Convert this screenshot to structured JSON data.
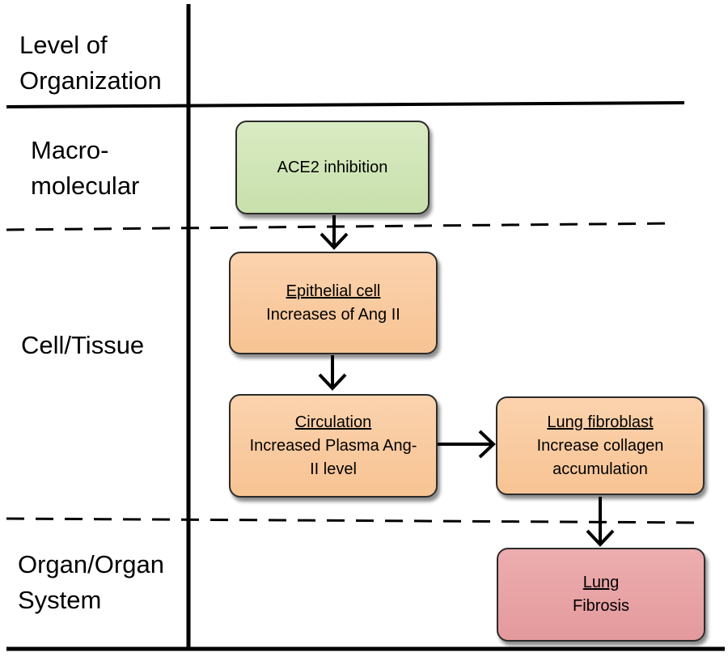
{
  "header": {
    "level_line1": "Level of",
    "level_line2": "Organization"
  },
  "levels": {
    "macro_line1": "Macro-",
    "macro_line2": "molecular",
    "cell": "Cell/Tissue",
    "organ_line1": "Organ/Organ",
    "organ_line2": "System"
  },
  "nodes": {
    "ace2": {
      "body": "ACE2 inhibition"
    },
    "epithelial": {
      "head": "Epithelial cell",
      "body": "Increases of Ang II"
    },
    "circulation": {
      "head": "Circulation",
      "body1": "Increased Plasma Ang-",
      "body2": "II level"
    },
    "fibroblast": {
      "head": "Lung fibroblast",
      "body1": "Increase collagen",
      "body2": "accumulation"
    },
    "lung": {
      "head": "Lung",
      "body": "Fibrosis"
    }
  },
  "colors": {
    "green": "#c8e0ab",
    "orange": "#f7c393",
    "red": "#e49a9c",
    "line": "#000000"
  }
}
